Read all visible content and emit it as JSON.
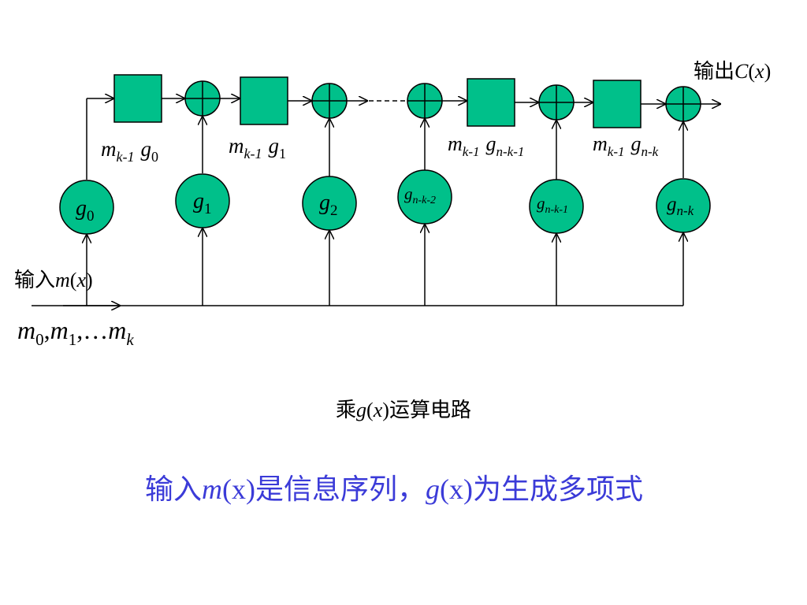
{
  "output_label": {
    "cjk": "输出",
    "var": "C",
    "open": "(",
    "arg": "x",
    "close": ")"
  },
  "input_label": {
    "cjk": "输入",
    "var": "m",
    "open": "(",
    "arg": "x",
    "close": ")"
  },
  "input_sequence": {
    "m": "m",
    "s0": "0",
    "c1": ",",
    "m2": "m",
    "s1": "1",
    "dots": ",…",
    "m3": "m",
    "sk": "k"
  },
  "coefficients": [
    {
      "base": "g",
      "sub": "0"
    },
    {
      "base": "g",
      "sub": "1"
    },
    {
      "base": "g",
      "sub": "2"
    },
    {
      "base": "g",
      "sub": "n-k-2"
    },
    {
      "base": "g",
      "sub": "n-k-1"
    },
    {
      "base": "g",
      "sub": "n-k"
    }
  ],
  "register_labels": [
    {
      "m": "m",
      "msub": "k-1",
      "g": "g",
      "gsub": "0"
    },
    {
      "m": "m",
      "msub": "k-1",
      "g": "g",
      "gsub": "1"
    },
    {
      "m": "m",
      "msub": "k-1",
      "g": "g",
      "gsub": "n-k-1"
    },
    {
      "m": "m",
      "msub": "k-1",
      "g": "g",
      "gsub": "n-k"
    }
  ],
  "caption": {
    "pre": "乘",
    "var": "g",
    "open": "(",
    "arg": "x",
    "close": ")",
    "post": "运算电路"
  },
  "note": {
    "pre": "输入",
    "var1": "m",
    "arg1": "(x)",
    "mid": "是信息序列，",
    "var2": "g",
    "arg2": "(x)",
    "post": "为生成多项式"
  }
}
